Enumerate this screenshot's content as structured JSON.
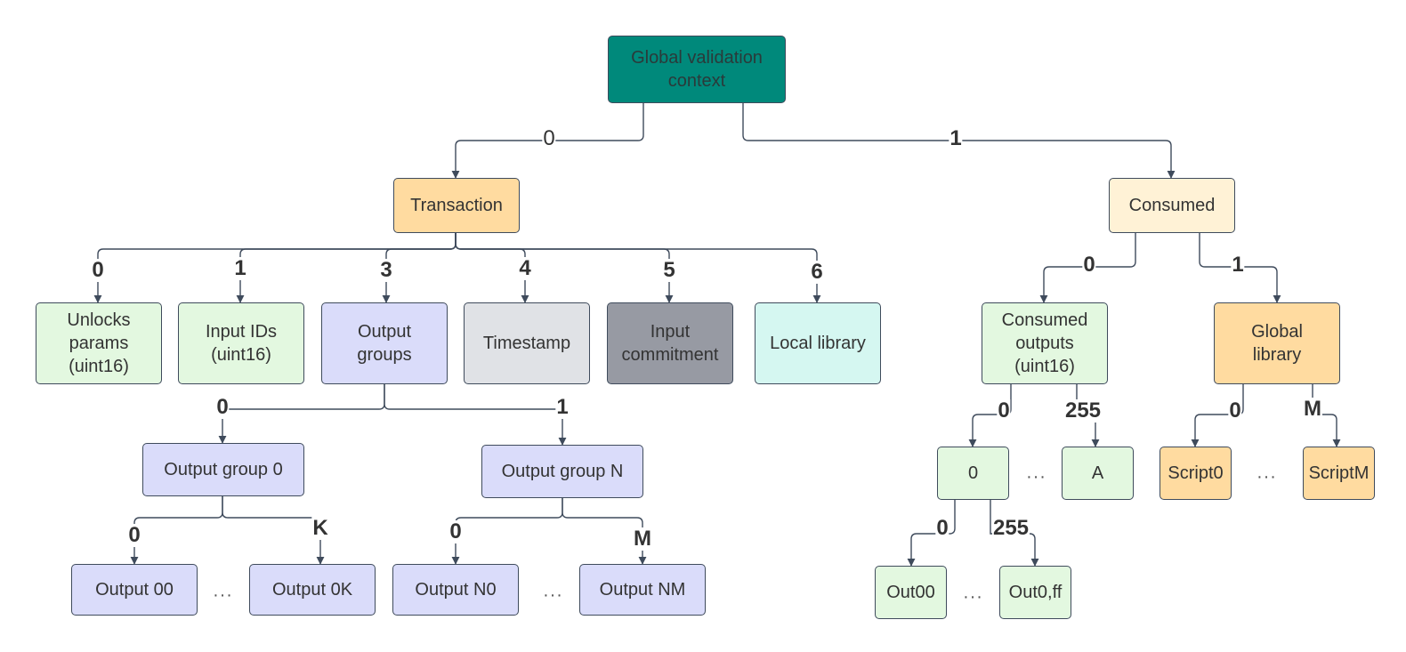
{
  "nodes": {
    "root": "Global validation\ncontext",
    "transaction": "Transaction",
    "consumed": "Consumed",
    "unlocks_params": "Unlocks\nparams\n(uint16)",
    "input_ids": "Input IDs\n(uint16)",
    "output_groups": "Output\ngroups",
    "timestamp": "Timestamp",
    "input_commitment": "Input\ncommitment",
    "local_library": "Local library",
    "consumed_outputs": "Consumed\noutputs\n(uint16)",
    "global_library": "Global\nlibrary",
    "output_group_0": "Output group 0",
    "output_group_n": "Output group N",
    "output_00": "Output 00",
    "output_0k": "Output 0K",
    "output_n0": "Output N0",
    "output_nm": "Output NM",
    "consumed_0": "0",
    "consumed_a": "A",
    "script0": "Script0",
    "scriptm": "ScriptM",
    "out00": "Out00",
    "out0ff": "Out0,ff"
  },
  "edge_labels": {
    "root_transaction": "0",
    "root_consumed": "1",
    "tx_unlocks": "0",
    "tx_input_ids": "1",
    "tx_output_groups": "3",
    "tx_timestamp": "4",
    "tx_input_commitment": "5",
    "tx_local_library": "6",
    "consumed_outputs": "0",
    "consumed_global_library": "1",
    "og_0": "0",
    "og_n": "1",
    "og0_first": "0",
    "og0_last": "K",
    "ogn_first": "0",
    "ogn_last": "M",
    "co_first": "0",
    "co_last": "255",
    "gl_first": "0",
    "gl_last": "M",
    "c0_first": "0",
    "c0_last": "255"
  },
  "ellipsis": "...",
  "colors": {
    "line": "#3f4b5c",
    "teal": "#00897b",
    "orange": "#ffdba0",
    "cream": "#fff2d6",
    "green": "#e3f8e0",
    "purple": "#dadcfa",
    "gray": "#e0e2e6",
    "dark_gray": "#979aa3",
    "cyan": "#d5f7f1"
  }
}
